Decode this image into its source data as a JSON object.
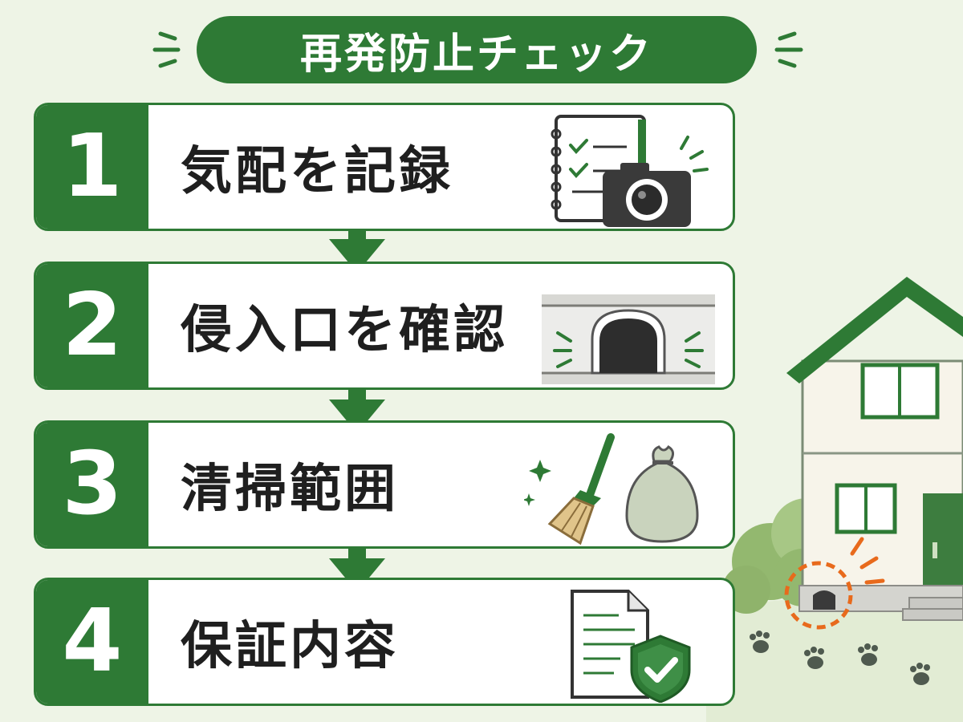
{
  "header": {
    "title": "再発防止チェック"
  },
  "steps": [
    {
      "number": "1",
      "label": "気配を記録",
      "icon": "notebook-camera-icon"
    },
    {
      "number": "2",
      "label": "侵入口を確認",
      "icon": "foundation-hole-icon"
    },
    {
      "number": "3",
      "label": "清掃範囲",
      "icon": "broom-trash-bag-icon"
    },
    {
      "number": "4",
      "label": "保証内容",
      "icon": "document-shield-icon"
    }
  ],
  "colors": {
    "primary_green": "#2e7a35",
    "background": "#eef4e6",
    "alert_orange": "#e86a1c"
  }
}
